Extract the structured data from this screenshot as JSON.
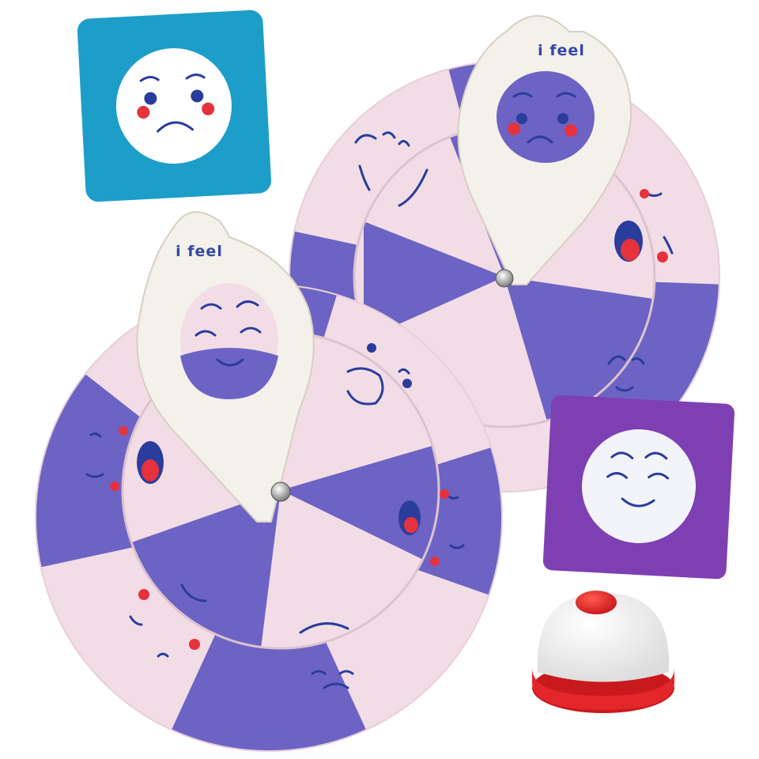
{
  "wheels": [
    {
      "pointer_label": "i feel"
    },
    {
      "pointer_label": "i feel"
    }
  ],
  "cards": [
    {
      "color": "#1d9ec8",
      "emotion": "sad"
    },
    {
      "color": "#7e3fb3",
      "emotion": "shy-smile"
    }
  ],
  "colors": {
    "wheel_purple": "#6d63c4",
    "wheel_pink": "#f2dde6",
    "pointer_wood": "#f4f0ea",
    "ink": "#2a3d9c",
    "blush": "#e5323c",
    "bell_red": "#e3262a",
    "bell_white": "#f7f7f7"
  },
  "bell": {
    "type": "service-bell"
  }
}
